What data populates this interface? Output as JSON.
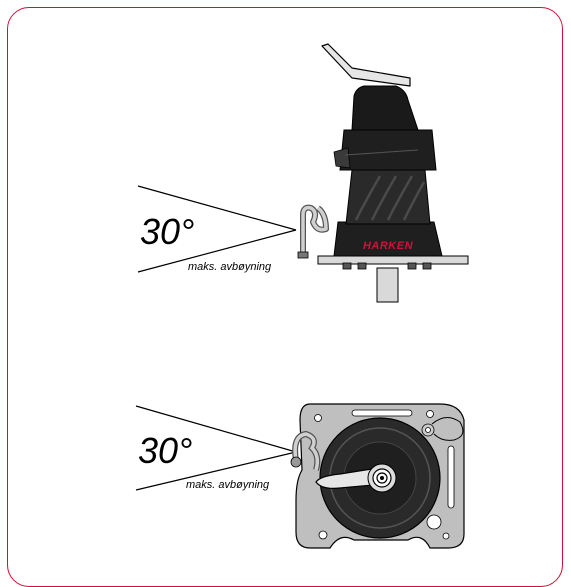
{
  "frame": {
    "border_color": "#d0103a"
  },
  "top_figure": {
    "angle_text": "30°",
    "deflection_text": "maks. avbøyning",
    "brand_text": "HARKEN",
    "brand_color": "#d0103a",
    "winch_color": "#1f1f1f"
  },
  "bottom_figure": {
    "angle_text": "30°",
    "deflection_text": "maks. avbøyning"
  }
}
